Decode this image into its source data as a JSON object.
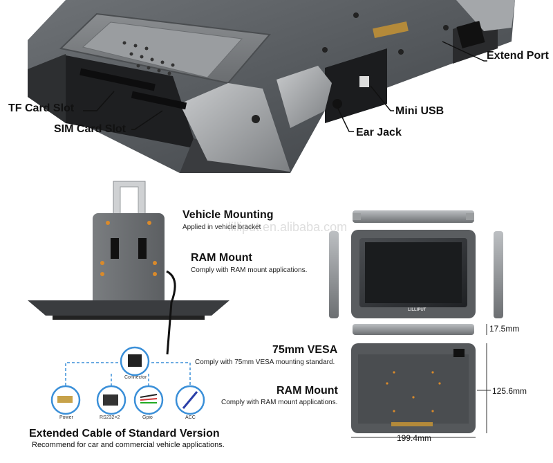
{
  "top": {
    "labels": {
      "extend_port": "Extend Port",
      "tf_card_slot": "TF Card Slot",
      "mini_usb": "Mini USB",
      "sim_card_slot": "SIM Card Slot",
      "ear_jack": "Ear Jack"
    }
  },
  "mount": {
    "vehicle_title": "Vehicle Mounting",
    "vehicle_sub": "Applied in vehicle bracket",
    "ram_title": "RAM Mount",
    "ram_sub": "Comply with RAM mount applications.",
    "watermark": "lilliput.en.alibaba.com"
  },
  "cable": {
    "connector": "Connector",
    "items": [
      "Power",
      "RS232×2",
      "Gpio",
      "ACC"
    ],
    "title": "Extended Cable of Standard Version",
    "subtitle": "Recommend for car and commercial vehicle applications."
  },
  "device": {
    "logo": "LILLIPUT",
    "vesa_title": "75mm VESA",
    "vesa_sub": "Comply with 75mm VESA mounting standard.",
    "ram_title": "RAM Mount",
    "ram_sub": "Comply with RAM mount applications.",
    "dims": {
      "thickness": "17.5mm",
      "height": "125.6mm",
      "width": "199.4mm"
    }
  }
}
